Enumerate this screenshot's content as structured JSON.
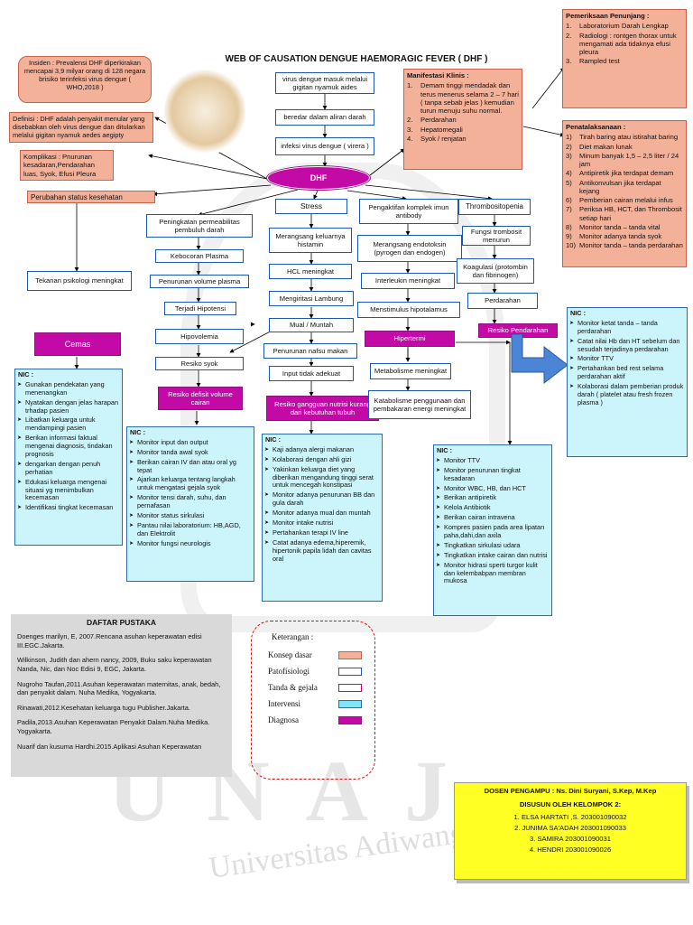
{
  "title": "WEB OF CAUSATION DENGUE HAEMORAGIC FEVER ( DHF )",
  "insiden": "Insiden : Prevalensi DHF diperkirakan mencapai 3,9 milyar orang di 128 negara brisiko terinfeksi virus dengue ( WHO,2018 )",
  "definisi": "Definisi : DHF adalah penyakit menular yang disebabkan oleh virus dengue dan ditularkan melalui gigitan nyamuk aedes aegipty",
  "komplikasi": "Komplikasi : Pnurunan kesadaran,Pendarahan luas, Syok, Efusi Pleura",
  "perubahan": "Perubahan status kesehatan",
  "tekanan": "Tekanan psikologi meningkat",
  "cemas": "Cemas",
  "flow_top": [
    "virus dengue masuk melalui gigitan nyamuk aides",
    "beredar dalam aliran darah",
    "infeksi virus dengue ( virera )"
  ],
  "dhf": "DHF",
  "col1": [
    "Peningkatan permeabilitas pembuluh darah",
    "Kebocoran Plasma",
    "Penurunan volume plasma",
    "Terjadi Hipotensi",
    "Hipovolemia",
    "Resiko syok"
  ],
  "diag_volume": "Resiko defisit volume cairan",
  "col2": [
    "Stress",
    "Merangsang keluarnya histamin",
    "HCL meningkat",
    "Mengiritasi Lambung",
    "Mual / Muntah",
    "Penurunan nafsu makan",
    "Input tidak adekuat"
  ],
  "diag_nutrisi": "Resiko gangguan nutrisi kurang dari kebutuhan tubuh",
  "col3": [
    "Pengaktifan komplek imun antibody",
    "Merangsang endotoksin (pyrogen dan endogen)",
    "Interleukin meningkat",
    "Menstimulus hipotalamus"
  ],
  "diag_hipertermi": "Hipertermi",
  "metabolisme": "Metabolisme meningkat",
  "katabolisme": "Katabolisme penggunaan dan pembakaran energi meningkat",
  "col4": [
    "Thrombositopenia",
    "Fungsi trombosit menurun",
    "Koagulasi (protombin dan fibrinogen)",
    "Perdarahan"
  ],
  "diag_perdarahan": "Resiko Pendarahan",
  "manifestasi": {
    "label": "Manifestasi Klinis :",
    "items": [
      [
        "1.",
        "Demam tinggi mendadak dan terus menerus selama 2 – 7 hari ( tanpa sebab jelas ) kemudian turun menuju suhu normal."
      ],
      [
        "2.",
        "Perdarahan"
      ],
      [
        "3.",
        "Hepatomegali"
      ],
      [
        "4.",
        "Syok / renjatan"
      ]
    ]
  },
  "penunjang": {
    "label": "Pemeriksaan Penunjang :",
    "items": [
      [
        "1.",
        "Laboratorium Darah Lengkap"
      ],
      [
        "2.",
        "Radiologi : rontgen thorax untuk mengamati ada tidaknya efusi pleura"
      ],
      [
        "3.",
        "Rampled test"
      ]
    ]
  },
  "penatalaksanaan": {
    "label": "Penatalaksanaan :",
    "items": [
      [
        "1)",
        "Tirah baring atau istirahat baring"
      ],
      [
        "2)",
        "Diet makan lunak"
      ],
      [
        "3)",
        "Minum banyak 1,5 – 2,5 liter / 24 jam"
      ],
      [
        "4)",
        "Antipiretik jika terdapat demam"
      ],
      [
        "5)",
        "Antikonvulsan jika terdapat kejang"
      ],
      [
        "6)",
        "Pemberian cairan melalui infus"
      ],
      [
        "7)",
        "Periksa HB, HCT, dan Thrombosit setiap hari"
      ],
      [
        "8)",
        "Monitor tanda – tanda vital"
      ],
      [
        "9)",
        "Monitor adanya tanda syok"
      ],
      [
        "10)",
        "Monitor tanda – tanda perdarahan"
      ]
    ]
  },
  "nic_cemas": {
    "label": "NIC :",
    "items": [
      "Gunakan pendekatan yang menenangkan",
      "Nyatakan dengan jelas harapan trhadap pasien",
      "Libatkan keluarga untuk mendampingi pasien",
      "Berikan informasi faktual mengenai diagnosis, tindakan prognosis",
      "dengarkan dengan penuh perhatian",
      "Edukasi keluarga mengenai situasi yg menimbulkan kecemasan",
      "Identifikasi tingkat kecemasan"
    ]
  },
  "nic_volume": {
    "label": "NIC :",
    "items": [
      "Monitor input dan output",
      "Monitor tanda awal syok",
      "Berikan cairan IV dan atau oral yg tepat",
      "Ajarkan keluarga tentang langkah untuk mengatasi gejala syok",
      "Monitor tensi darah, suhu, dan pernafasan",
      "Monitor status sirkulasi",
      "Pantau nilai laboratorium: HB,AGD, dan Elektrolit",
      "Monitor fungsi neurologis"
    ]
  },
  "nic_nutrisi": {
    "label": "NIC :",
    "items": [
      "Kaji adanya alergi makanan",
      "Kolaborasi dengan ahli gizi",
      "Yakinkan keluarga diet yang diberikan mengandung tinggi serat untuk mencegah konstipasi",
      "Monitor adanya penurunan BB dan gula darah",
      "Monitor adanya mual dan muntah",
      "Monitor intake nutrisi",
      "Pertahankan terapi IV line",
      "Catat adanya edema,hiperemik, hipertonik papila lidah dan cavitas oral"
    ]
  },
  "nic_hipertermi": {
    "label": "NIC :",
    "items": [
      "Monitor TTV",
      "Monitor penurunan tingkat kesadaran",
      "Monitor WBC, HB, dan HCT",
      "Berikan antipiretik",
      "Kelola Antibiotik",
      "Berikan cairan intravena",
      "Kompres pasien pada area lipatan paha,dahi,dan axila",
      "Tingkatkan sirkulasi udara",
      "Tingkatkan intake cairan dan nutrisi",
      "Monitor hidrasi sperti turgor kulit dan kelembabpan membran mukosa"
    ]
  },
  "nic_perdarahan": {
    "label": "NIC :",
    "items": [
      "Monitor ketat tanda – tanda perdarahan",
      "Catat nilai Hb dan HT sebelum dan sesudah terjadinya perdarahan",
      "Monitor TTV",
      "Pertahankan bed rest selama perdarahan aktif",
      "Kolaborasi dalam pemberian produk darah ( platelet atau fresh frozen plasma )"
    ]
  },
  "pustaka": {
    "title": "DAFTAR PUSTAKA",
    "refs": [
      "Doenges marilyn, E, 2007.Rencana asuhan keperawatan edisi III.EGC.Jakarta.",
      "Wilkinson, Judith dan ahern nancy, 2009, Buku saku keperawatan Nanda, Nic, dan Noc Edisi 9, EGC, Jakarta.",
      "Nugroho Taufan,2011.Asuhan keperawatan maternitas, anak, bedah, dan penyakit dalam. Nuha Medika, Yogyakarta.",
      "Rinawati,2012.Kesehatan keluarga tugu Publisher.Jakarta.",
      "Padila,2013.Asuhan Keperawatan Penyakit Dalam.Nuha Medika. Yogyakarta.",
      "Nuarif dan kusuma Hardhi.2015.Aplikasi Asuhan Keperawatan"
    ]
  },
  "keterangan": {
    "title": "Keterangan :",
    "items": [
      {
        "label": "Konsep dasar",
        "color": "#f4b19a",
        "border": "#c9604a"
      },
      {
        "label": "Patofisiologi",
        "color": "#ffffff",
        "border": "#1d57b5"
      },
      {
        "label": "Tanda & gejala",
        "color": "#ffffff",
        "border": "#d4006f"
      },
      {
        "label": "Intervensi",
        "color": "#7fe6f7",
        "border": "#2a6ab0"
      },
      {
        "label": "Diagnosa",
        "color": "#c30aa7",
        "border": "#901080"
      }
    ]
  },
  "dosen": {
    "pengampu": "DOSEN PENGAMPU :  Ns. Dini Suryani, S.Kep, M.Kep",
    "disusun": "DISUSUN OLEH KELOMPOK 2:",
    "members": [
      "1.    ELSA HARTATI ,S. 203001090032",
      "2.    JUNIMA SA'ADAH 203001090033",
      "3.    SAMIRA 203001090031",
      "4.    HENDRI  203001090026"
    ]
  },
  "watermark": {
    "letters": "UNAJ",
    "university": "Universitas Adiwangsa Jambi"
  }
}
